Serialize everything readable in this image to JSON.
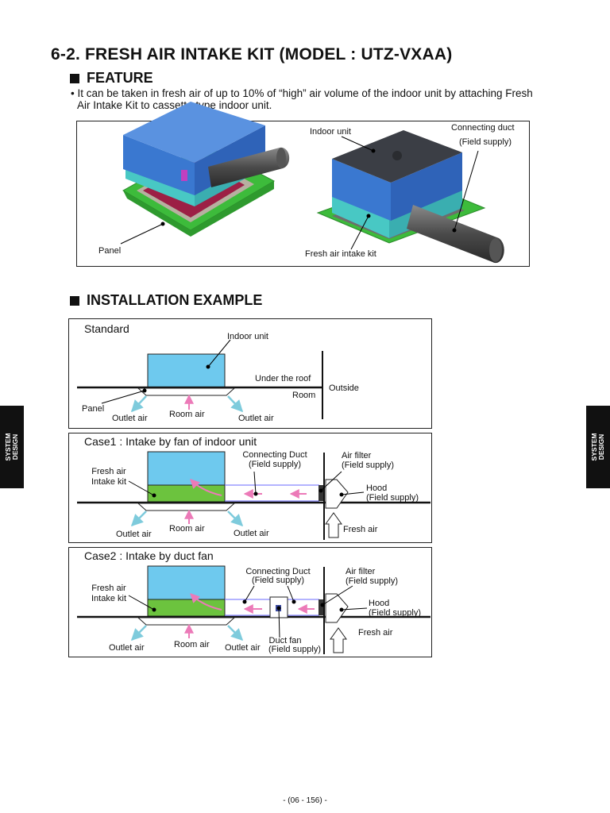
{
  "page": {
    "title": "6-2. FRESH AIR INTAKE KIT (MODEL : UTZ-VXAA)",
    "footer": "- (06 - 156) -",
    "side_tab": "SYSTEM DESIGN"
  },
  "feature": {
    "heading": "FEATURE",
    "text_line1": "• It can be taken in fresh air of up to 10% of “high” air volume of the indoor unit by attaching Fresh",
    "text_line2": "Air Intake Kit to cassette type indoor unit.",
    "labels": {
      "panel": "Panel",
      "indoor_unit": "Indoor unit",
      "connecting_duct": "Connecting duct",
      "field_supply": "(Field supply)",
      "fresh_air_intake_kit": "Fresh air intake kit"
    }
  },
  "installation": {
    "heading": "INSTALLATION EXAMPLE",
    "standard": {
      "title": "Standard",
      "indoor_unit": "Indoor unit",
      "under_roof": "Under  the roof",
      "room": "Room",
      "outside": "Outside",
      "panel": "Panel",
      "outlet_air_left": "Outlet air",
      "room_air": "Room air",
      "outlet_air_right": "Outlet air"
    },
    "case1": {
      "title": "Case1 : Intake by fan of indoor unit",
      "fresh_air_kit_line1": "Fresh air",
      "fresh_air_kit_line2": "Intake kit",
      "connecting_duct": "Connecting Duct",
      "duct_field_supply": "(Field supply)",
      "air_filter": "Air filter",
      "filter_field_supply": "(Field supply)",
      "hood": "Hood",
      "hood_field_supply": "(Field supply)",
      "outlet_air_left": "Outlet air",
      "room_air": "Room air",
      "outlet_air_right": "Outlet air",
      "fresh_air": "Fresh air"
    },
    "case2": {
      "title": "Case2 : Intake by duct fan",
      "fresh_air_kit_line1": "Fresh air",
      "fresh_air_kit_line2": "Intake kit",
      "connecting_duct": "Connecting Duct",
      "duct_field_supply": "(Field supply)",
      "air_filter": "Air filter",
      "filter_field_supply": "(Field supply)",
      "hood": "Hood",
      "hood_field_supply": "(Field supply)",
      "fresh_air": "Fresh air",
      "outlet_air_left": "Outlet air",
      "room_air": "Room air",
      "outlet_air_right": "Outlet air",
      "duct_fan": "Duct fan",
      "fan_field_supply": "(Field supply)"
    }
  },
  "colors": {
    "indoor_unit": "#6ec9ee",
    "intake_kit": "#6cc33e",
    "arrow_pink": "#ec7ab8",
    "outlet_arrow": "#7ecbdc",
    "unit_blue": "#3a78d0",
    "unit_cyan": "#48c8c4",
    "panel_green": "#3dbb3b",
    "panel_red": "#9c1f45"
  }
}
